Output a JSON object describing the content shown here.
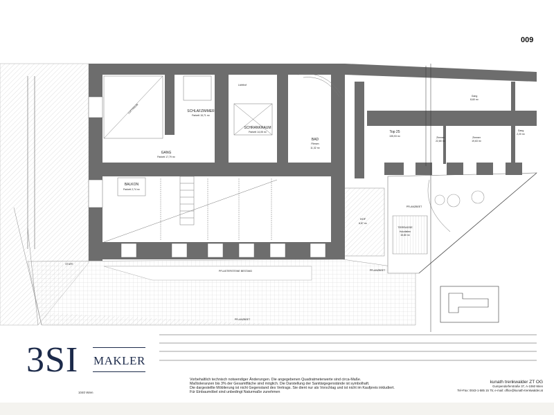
{
  "sheet_number": "009",
  "rooms": {
    "schlafzimmer": {
      "name": "SCHLAFZIMMER",
      "area": "Parkett 15,71 m²"
    },
    "schrankraum": {
      "name": "SCHRANKRAUM",
      "area": "Parkett 14,05 m²"
    },
    "gang": {
      "name": "GANG",
      "area": "Parkett 17,79 m²"
    },
    "bad": {
      "name": "BAD",
      "floor": "Fliesen",
      "area": "11,32 m²"
    },
    "balkon": {
      "name": "BALKON",
      "area": "Parkett 2,74 m²"
    },
    "luftraum": "LUFTRAUM",
    "lichthof": "Lichthof",
    "top": {
      "name": "Top 25",
      "area": "135,93 m²"
    },
    "zimmer1": {
      "name": "Zimmer",
      "area": "22,80 m²"
    },
    "zimmer2": {
      "name": "Zimmer",
      "area": "19,63 m²"
    },
    "gang2": {
      "name": "Gang",
      "area": "8,60 m²"
    },
    "gang3": {
      "name": "Gang",
      "area": "2,20 m²"
    },
    "hof": {
      "name": "HOF",
      "area": "6,87 m²"
    },
    "terrasse": {
      "name": "TERRASSE",
      "floor": "Holzdielen",
      "area": "15,80 m²"
    }
  },
  "exterior": {
    "pflanzbeet": "PFLANZBEET",
    "pflastersteine": "PFLASTERSTEINE BESTAND",
    "stufe": "STUFE"
  },
  "logo": {
    "mark": "3SI",
    "text": "MAKLER"
  },
  "city": "1040 Wien",
  "notes": [
    "Vorbehaltlich technisch notwendiger Änderungen. Die angegebenen Quadratmeterwerte sind circa-Maße.",
    "Maßtoleranzen bis 3% der Gesamtfläche sind möglich. Die Darstellung der Sanitärgegenstände ist symbolhaft.",
    "Die dargestellte Möblierung ist nicht Gegenstand des Vertrags. Sie dient nur als Vorschlag und ist nicht im Kaufpreis inkludiert.",
    "Für Einbaumöbel sind unbedingt Naturmaße zunehmen"
  ],
  "company": {
    "name": "kunath trenkwalder ZT OG",
    "address": "Gumpendorferstraße 37, A-1060 Wien",
    "contact": "Tel+Fax: 0043-1-585 15 75; e-mail: office@kunath-trenkwalder.at"
  },
  "colors": {
    "wall": "#6d6d6d",
    "logo": "#1c2a4a",
    "line": "#333333"
  }
}
